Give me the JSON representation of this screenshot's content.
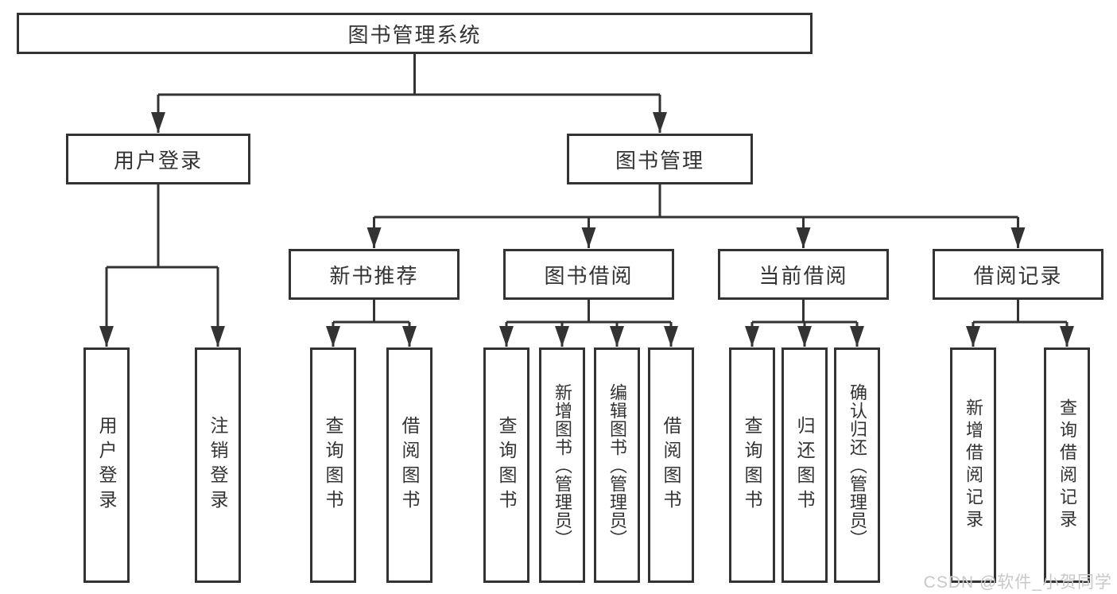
{
  "diagram": {
    "root": {
      "label": "图书管理系统"
    },
    "branches": [
      {
        "label": "用户登录",
        "children": [
          "用户登录",
          "注销登录"
        ]
      },
      {
        "label": "图书管理",
        "sections": [
          {
            "label": "新书推荐",
            "children": [
              "查询图书",
              "借阅图书"
            ]
          },
          {
            "label": "图书借阅",
            "children": [
              "查询图书",
              "新增图书（管理员）",
              "编辑图书（管理员）",
              "借阅图书"
            ]
          },
          {
            "label": "当前借阅",
            "children": [
              "查询图书",
              "归还图书",
              "确认归还（管理员）"
            ]
          },
          {
            "label": "借阅记录",
            "children": [
              "新增借阅记录",
              "查询借阅记录"
            ]
          }
        ]
      }
    ]
  },
  "watermark": {
    "text": "CSDN @软件_小贺同学"
  },
  "colors": {
    "line": "#333333",
    "border": "#333333",
    "text": "#333333",
    "background": "#ffffff",
    "watermark": "#c8c8c8"
  }
}
